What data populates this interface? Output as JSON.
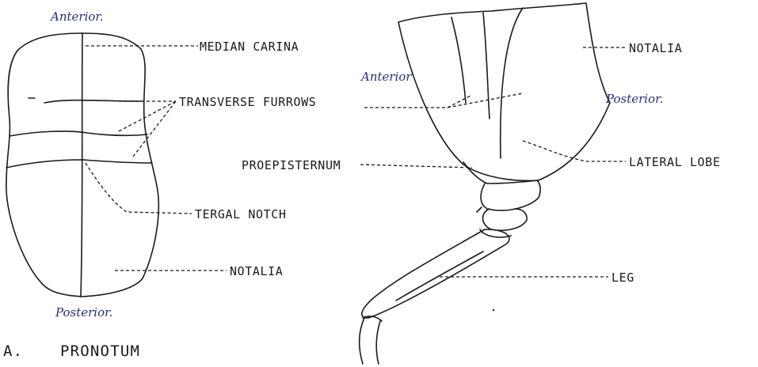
{
  "pronotum_view": {
    "anterior": "Anterior.",
    "posterior": "Posterior.",
    "labels": {
      "median_carina": "MEDIAN CARINA",
      "transverse_furrows": "TRANSVERSE FURROWS",
      "tergal_notch": "TERGAL NOTCH",
      "notalia": "NOTALIA"
    },
    "caption_letter": "A.",
    "caption_title": "PRONOTUM"
  },
  "lateral_view": {
    "anterior": "Anterior",
    "posterior": "Posterior.",
    "labels": {
      "notalia": "NOTALIA",
      "lateral_lobe": "LATERAL LOBE",
      "proepisternum": "PROEPISTERNUM",
      "leg": "LEG"
    }
  }
}
